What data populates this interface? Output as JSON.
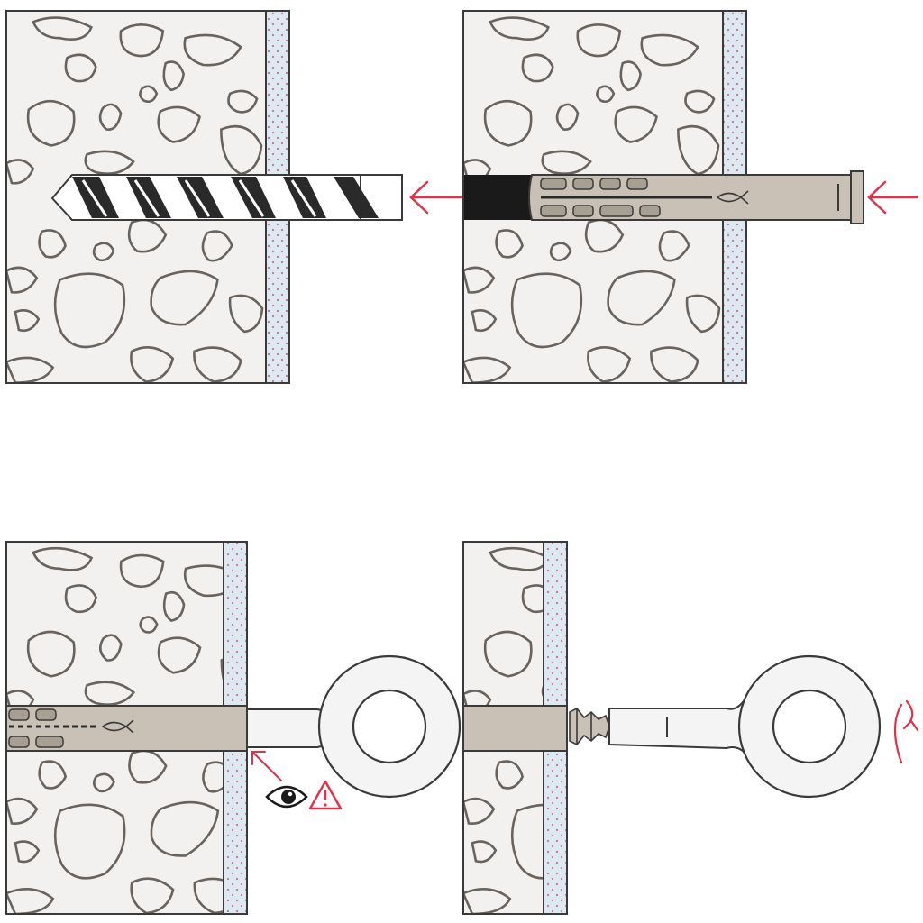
{
  "diagram": {
    "steps": [
      {
        "id": 1,
        "action": "drill-hole"
      },
      {
        "id": 2,
        "action": "insert-plug"
      },
      {
        "id": 3,
        "action": "insert-hook-check-flush"
      },
      {
        "id": 4,
        "action": "screw-in-rotate"
      }
    ],
    "icons": {
      "insert_arrow": "arrow-left-icon",
      "eye": "eye-icon",
      "warning": "warning-triangle-icon",
      "rotate": "rotate-clockwise-icon",
      "logo": "fish-logo-icon"
    },
    "colors": {
      "background": "#ffffff",
      "concrete": "#f2f1ef",
      "plaster": "#dde8f2",
      "plaster_dot": "#c07878",
      "plug": "#c9c1b6",
      "plug_dark": "#a89f93",
      "hole": "#1a1a1a",
      "arrow": "#e03248",
      "outline": "#3a3a3a",
      "stone_outline": "#6a625c",
      "hook": "#f4f4f4"
    }
  }
}
